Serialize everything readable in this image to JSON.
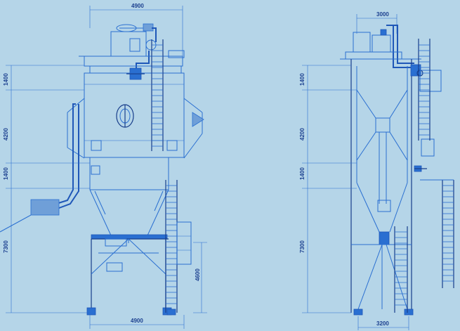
{
  "dimensions": {
    "front_top_width": "4900",
    "front_bottom_width": "4900",
    "side_top_width": "3000",
    "side_bottom_width": "3200",
    "front_h1": "1400",
    "front_h2": "4200",
    "front_h3": "1400",
    "front_h4": "7300",
    "front_leg_height": "4600",
    "side_h1": "1400",
    "side_h2": "4200",
    "side_h3": "1400",
    "side_h4": "7300"
  },
  "colors": {
    "background": "#b5d5e8",
    "line": "#2a6fd1",
    "dark_line": "#173d8a",
    "text": "#1b3f8f"
  }
}
